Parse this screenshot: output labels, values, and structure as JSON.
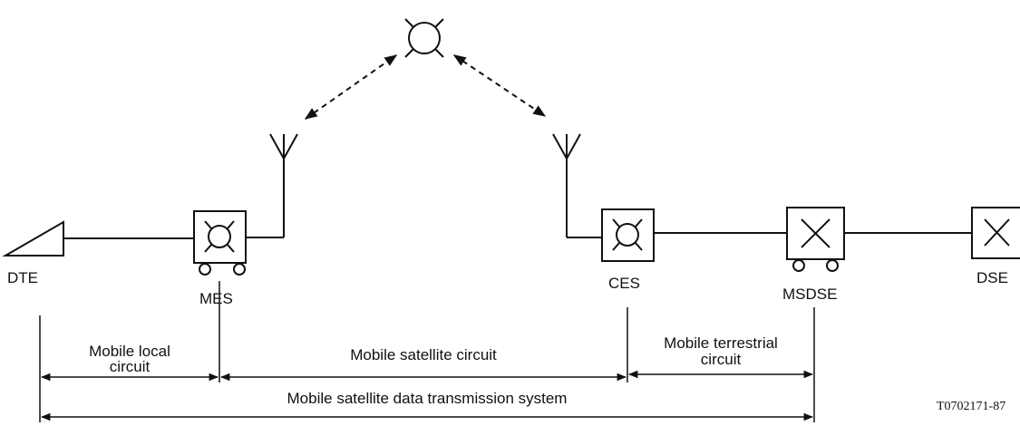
{
  "nodes": {
    "dte": "DTE",
    "mes": "MES",
    "ces": "CES",
    "msdse": "MSDSE",
    "dse": "DSE"
  },
  "circuits": {
    "mobile_local_line1": "Mobile local",
    "mobile_local_line2": "circuit",
    "mobile_satellite": "Mobile satellite circuit",
    "mobile_terrestrial_line1": "Mobile terrestrial",
    "mobile_terrestrial_line2": "circuit",
    "system": "Mobile satellite data transmission system"
  },
  "reference_code": "T0702171-87"
}
